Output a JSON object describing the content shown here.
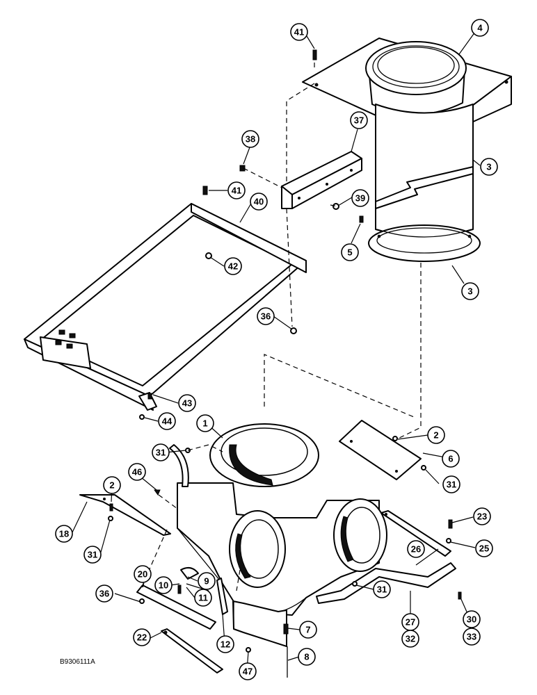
{
  "figure_code": "B9306111A",
  "callouts": {
    "c41a": "41",
    "c4": "4",
    "c38": "38",
    "c37": "37",
    "c3a": "3",
    "c41b": "41",
    "c39": "39",
    "c40": "40",
    "c5": "5",
    "c3b": "3",
    "c42": "42",
    "c36a": "36",
    "c43": "43",
    "c44": "44",
    "c1": "1",
    "c2a": "2",
    "c31a": "31",
    "c6": "6",
    "c46": "46",
    "c2b": "2",
    "c31b": "31",
    "c18": "18",
    "c31c": "31",
    "c23": "23",
    "c26": "26",
    "c25": "25",
    "c31d": "31",
    "c20": "20",
    "c10": "10",
    "c9": "9",
    "c36b": "36",
    "c11": "11",
    "c27": "27",
    "c30": "30",
    "c32": "32",
    "c33": "33",
    "c7": "7",
    "c22": "22",
    "c12": "12",
    "c8": "8",
    "c47": "47"
  }
}
